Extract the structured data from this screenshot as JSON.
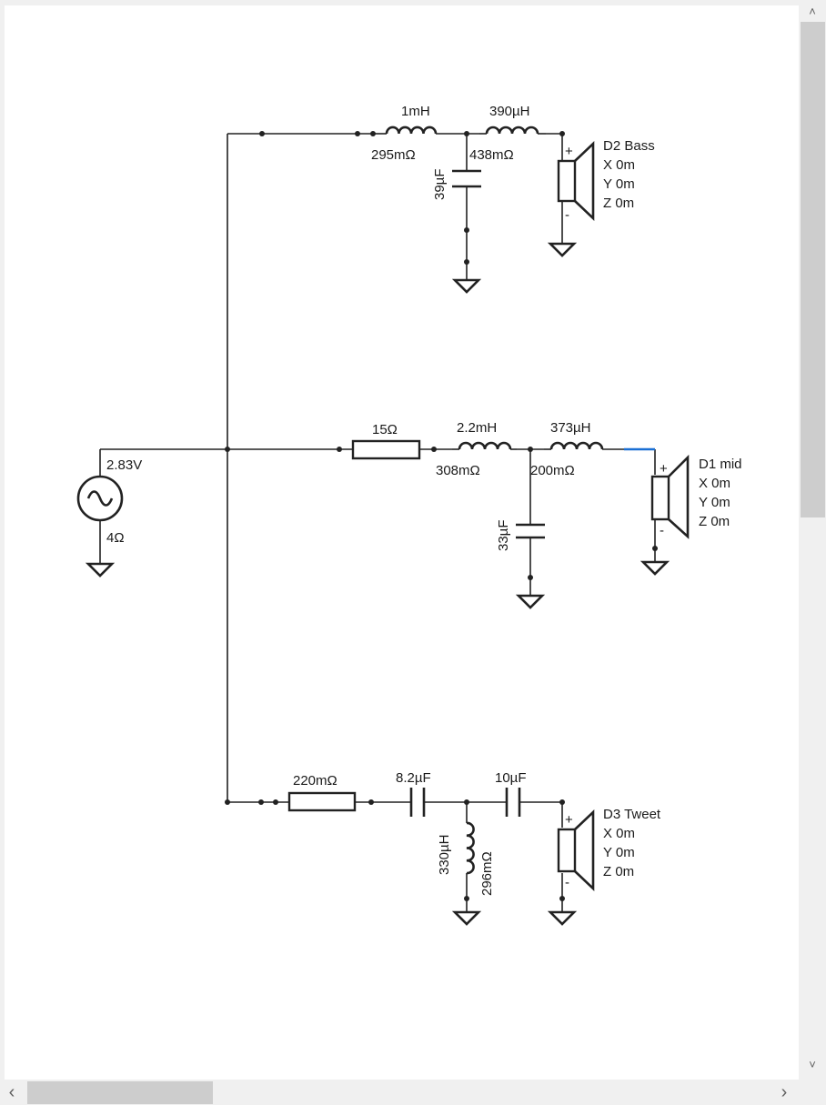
{
  "source": {
    "voltage": "2.83V",
    "impedance": "4Ω"
  },
  "bass": {
    "l1": "1mH",
    "l1_r": "295mΩ",
    "l2": "390µH",
    "l2_r": "438mΩ",
    "c1": "39µF",
    "driver": {
      "name": "D2 Bass",
      "x": "X 0m",
      "y": "Y 0m",
      "z": "Z 0m"
    }
  },
  "mid": {
    "r1": "15Ω",
    "l1": "2.2mH",
    "l1_r": "308mΩ",
    "l2": "373µH",
    "l2_r": "200mΩ",
    "c1": "33µF",
    "driver": {
      "name": "D1 mid",
      "x": "X 0m",
      "y": "Y 0m",
      "z": "Z 0m"
    }
  },
  "tweet": {
    "r1": "220mΩ",
    "c1": "8.2µF",
    "c2": "10µF",
    "l1": "330µH",
    "l1_r": "296mΩ",
    "driver": {
      "name": "D3 Tweet",
      "x": "X 0m",
      "y": "Y 0m",
      "z": "Z 0m"
    }
  },
  "polarity": {
    "plus": "+",
    "minus": "-"
  },
  "scrollbars": {
    "up_icon": "chevron-up",
    "down_icon": "chevron-down",
    "left_icon": "chevron-left",
    "right_icon": "chevron-right",
    "up": "˄",
    "down": "˅",
    "left": "‹",
    "right": "›"
  }
}
